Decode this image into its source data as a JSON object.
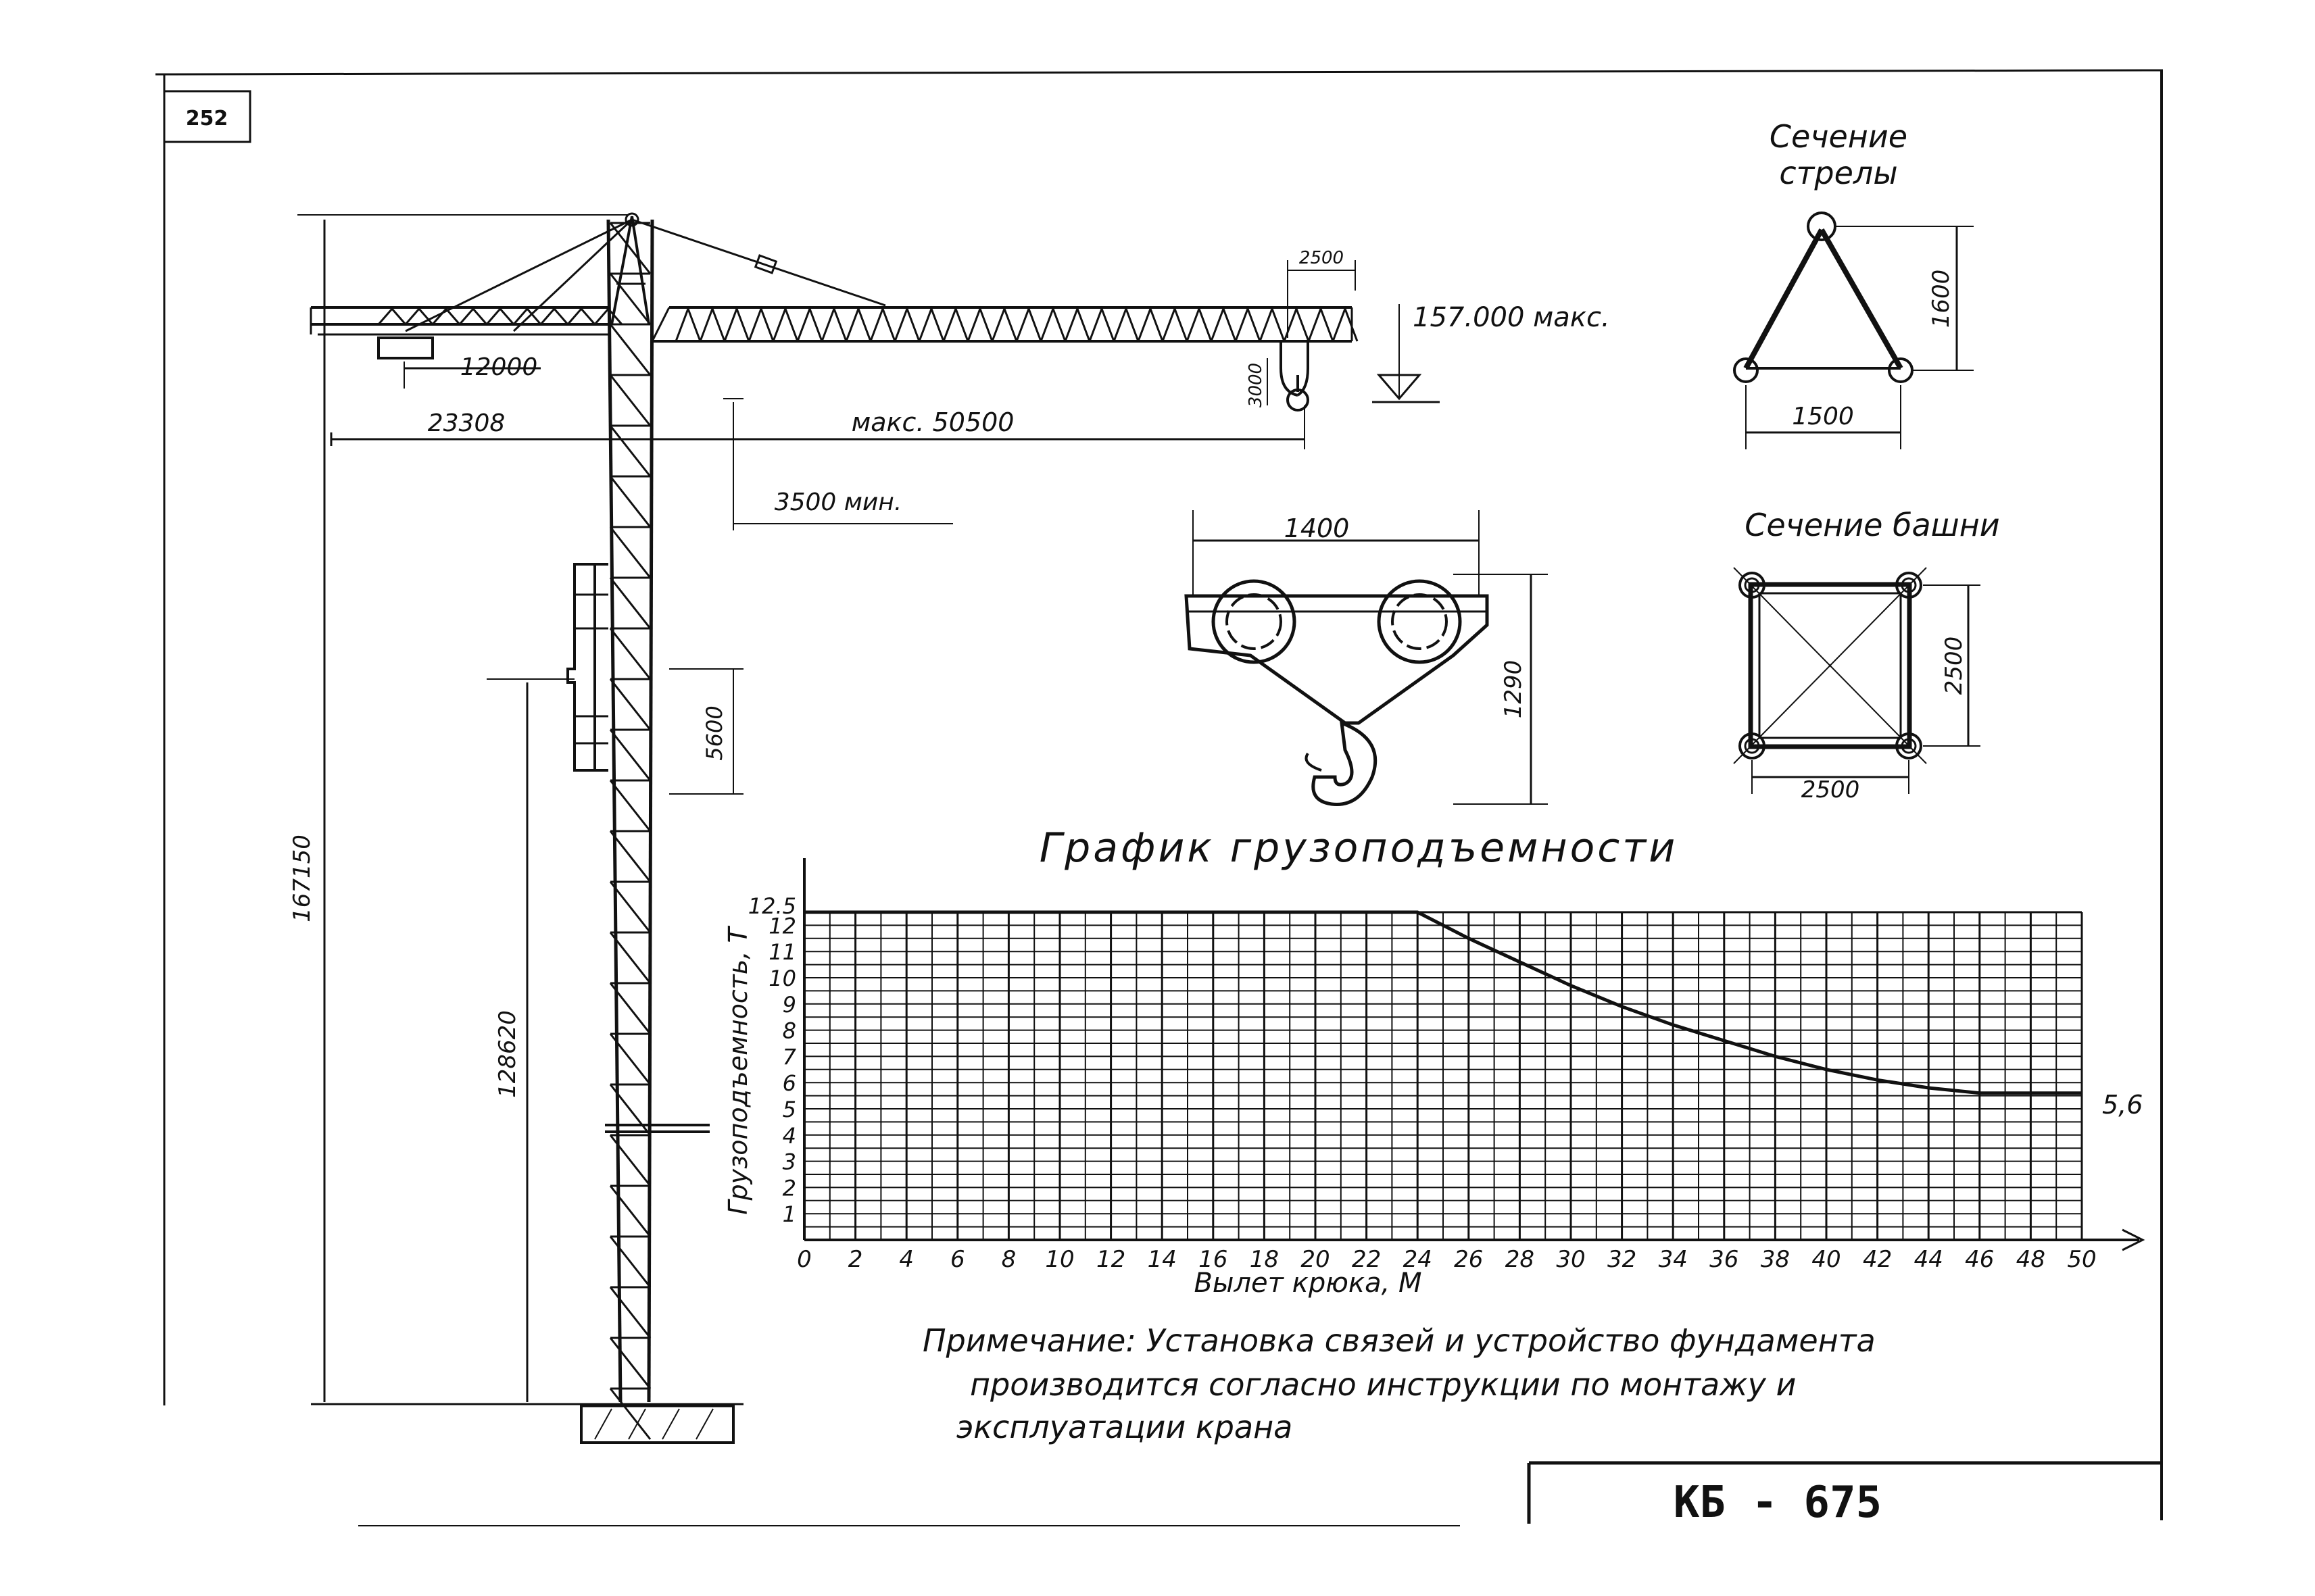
{
  "sheet": {
    "page_number": "252",
    "model": "КБ - 675"
  },
  "crane": {
    "dim_total_height": "167150",
    "dim_tower_height": "128620",
    "dim_counter_jib": "23308",
    "dim_counterweight": "12000",
    "dim_jib_max": "макс. 50500",
    "dim_hook_min": "3500 мин.",
    "dim_trolley": "2500",
    "dim_hook_drop": "3000",
    "dim_elevation": "157.000 макс.",
    "dim_cabin": "5600"
  },
  "jib_section": {
    "title_line1": "Сечение",
    "title_line2": "стрелы",
    "width": "1500",
    "height": "1600"
  },
  "tower_section": {
    "title": "Сечение башни",
    "width": "2500",
    "height": "2500"
  },
  "hook_block": {
    "width": "1400",
    "height": "1290"
  },
  "notes": {
    "line1": "Примечание: Установка связей и устройство фундамента",
    "line2": "производится согласно инструкции по монтажу и",
    "line3": "эксплуатации крана"
  },
  "chart_data": {
    "type": "line",
    "title": "График грузоподъемности",
    "xlabel": "Вылет крюка, М",
    "ylabel": "Грузоподъемность, Т",
    "xlim": [
      0,
      50
    ],
    "ylim": [
      0,
      12.5
    ],
    "x_ticks": [
      "0",
      "2",
      "4",
      "6",
      "8",
      "10",
      "12",
      "14",
      "16",
      "18",
      "20",
      "22",
      "24",
      "26",
      "28",
      "30",
      "32",
      "34",
      "36",
      "38",
      "40",
      "42",
      "44",
      "46",
      "48",
      "50"
    ],
    "y_ticks": [
      "1",
      "2",
      "3",
      "4",
      "5",
      "6",
      "7",
      "8",
      "9",
      "10",
      "11",
      "12",
      "12.5"
    ],
    "grid": true,
    "x": [
      0,
      24,
      26,
      28,
      30,
      32,
      34,
      36,
      38,
      40,
      42,
      44,
      46,
      48,
      50
    ],
    "y": [
      12.5,
      12.5,
      11.5,
      10.6,
      9.7,
      8.9,
      8.2,
      7.6,
      7.0,
      6.5,
      6.1,
      5.8,
      5.6,
      5.6,
      5.6
    ],
    "end_label": "5,6"
  }
}
